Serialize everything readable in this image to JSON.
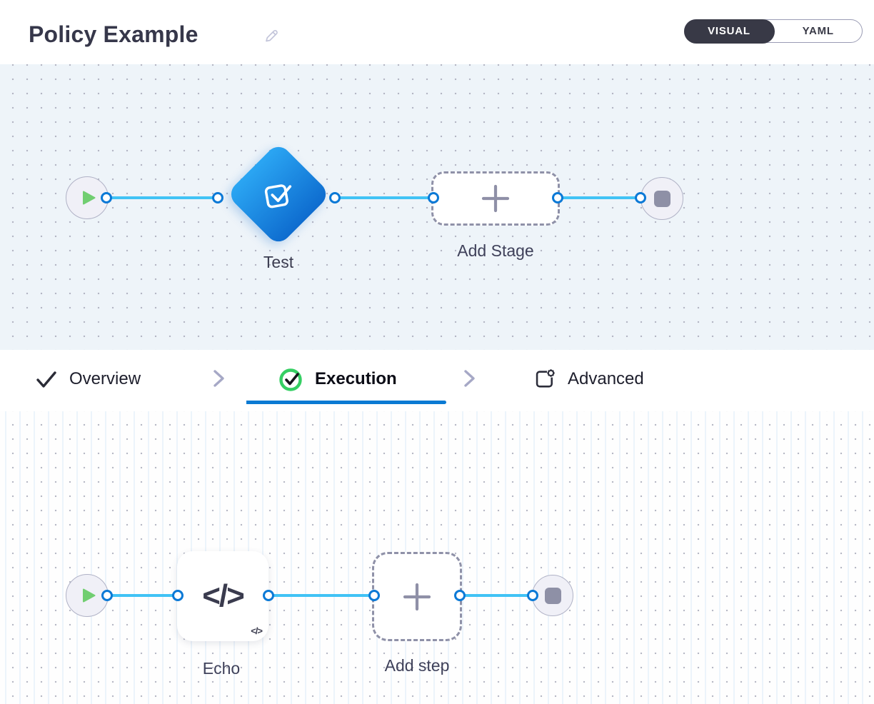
{
  "header": {
    "title": "Policy Example",
    "toggle": {
      "visual_label": "VISUAL",
      "yaml_label": "YAML",
      "selected": "VISUAL"
    }
  },
  "stage_pipeline": {
    "stage_label": "Test",
    "add_stage_label": "Add Stage"
  },
  "tabs": {
    "overview_label": "Overview",
    "execution_label": "Execution",
    "advanced_label": "Advanced",
    "active_tab": "Execution"
  },
  "step_pipeline": {
    "step_label": "Echo",
    "step_icon_glyph": "</>",
    "step_badge_glyph": "</>",
    "add_step_label": "Add step"
  },
  "icons": [
    "pencil-icon",
    "play-icon",
    "stop-icon",
    "approval-check-icon",
    "plus-icon",
    "check-icon",
    "check-circle-icon",
    "advanced-gear-icon",
    "chevron-right-icon",
    "code-icon"
  ],
  "colors": {
    "accent_blue": "#0a7ad3",
    "connector_blue": "#41c3f5",
    "port_ring_blue": "#0b79d6",
    "stage_gradient_start": "#2ba6f3",
    "stage_gradient_end": "#0e6ccf",
    "success_green": "#35cf63",
    "play_green": "#71ce71",
    "dark_pill": "#383946",
    "canvas_stage_bg": "#eef4f9",
    "canvas_step_bg": "#fefefe"
  }
}
